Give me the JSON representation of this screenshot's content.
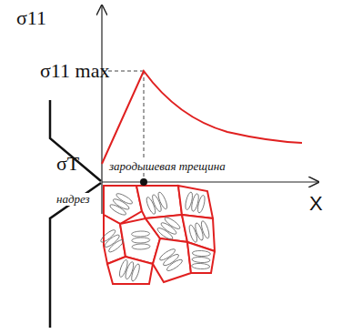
{
  "diagram": {
    "labels": [
      "σ11",
      "σ11 max",
      "σТ",
      "надрез",
      "зародышевая трещина",
      "X"
    ]
  }
}
